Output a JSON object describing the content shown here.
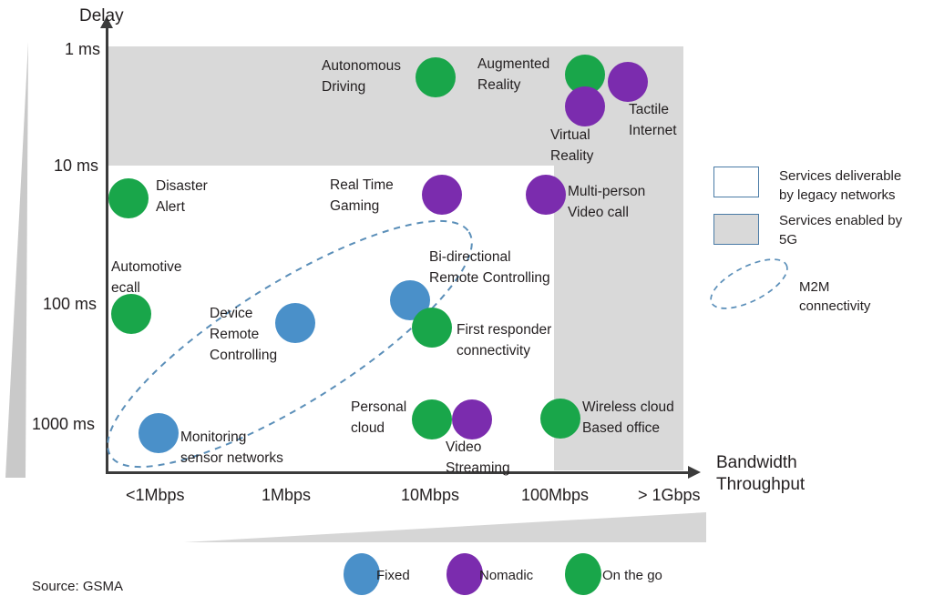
{
  "chart_data": {
    "type": "scatter",
    "title": "",
    "xlabel": "Bandwidth Throughput",
    "ylabel": "Delay",
    "xticks": [
      "<1Mbps",
      "1Mbps",
      "10Mbps",
      "100Mbps",
      "> 1Gbps"
    ],
    "yticks": [
      "1 ms",
      "10 ms",
      "100 ms",
      "1000 ms"
    ],
    "grid": false,
    "legend_position": "right and bottom",
    "source": "Source: GSMA",
    "series": [
      {
        "name": "Fixed",
        "color": "#4a90c9"
      },
      {
        "name": "Nomadic",
        "color": "#7b2cae"
      },
      {
        "name": "On the go",
        "color": "#19a64a"
      }
    ],
    "points": [
      {
        "label": "Autonomous Driving",
        "category": "On the go",
        "x": "10Mbps",
        "y": "1 ms"
      },
      {
        "label": "Augmented Reality",
        "category": "On the go",
        "x": "100Mbps",
        "y": "1 ms"
      },
      {
        "label": "Virtual Reality",
        "category": "Nomadic",
        "x": "100Mbps",
        "y": "1-10 ms"
      },
      {
        "label": "Tactile Internet",
        "category": "Nomadic",
        "x": "> 1Gbps",
        "y": "1 ms"
      },
      {
        "label": "Disaster Alert",
        "category": "On the go",
        "x": "<1Mbps",
        "y": "10 ms"
      },
      {
        "label": "Real Time Gaming",
        "category": "Nomadic",
        "x": "10Mbps",
        "y": "10 ms"
      },
      {
        "label": "Multi-person Video call",
        "category": "Nomadic",
        "x": "100Mbps",
        "y": "10 ms"
      },
      {
        "label": "Automotive ecall",
        "category": "On the go",
        "x": "<1Mbps",
        "y": "100 ms"
      },
      {
        "label": "Device Remote Controlling",
        "category": "Fixed",
        "x": "1Mbps",
        "y": "100 ms"
      },
      {
        "label": "Bi-directional Remote Controlling",
        "category": "Fixed",
        "x": "10Mbps",
        "y": "80 ms"
      },
      {
        "label": "First responder connectivity",
        "category": "On the go",
        "x": "10Mbps",
        "y": "130 ms"
      },
      {
        "label": "Monitoring sensor networks",
        "category": "Fixed",
        "x": "<1Mbps",
        "y": "1000 ms"
      },
      {
        "label": "Personal cloud",
        "category": "On the go",
        "x": "10Mbps",
        "y": "1000 ms"
      },
      {
        "label": "Video Streaming",
        "category": "Nomadic",
        "x": "10Mbps",
        "y": "1000 ms"
      },
      {
        "label": "Wireless cloud Based office",
        "category": "On the go",
        "x": "100Mbps",
        "y": "1000 ms"
      }
    ],
    "regions": [
      {
        "label": "Services deliverable by legacy networks",
        "fill": "#ffffff"
      },
      {
        "label": "Services enabled by 5G",
        "fill": "#d9d9d9"
      },
      {
        "label": "M2M connectivity",
        "fill": "dashed-ellipse"
      }
    ]
  },
  "axes": {
    "y_title": "Delay",
    "x_title_line1": "Bandwidth",
    "x_title_line2": "Throughput",
    "y_ticks": [
      {
        "label": "1 ms"
      },
      {
        "label": "10 ms"
      },
      {
        "label": "100 ms"
      },
      {
        "label": "1000 ms"
      }
    ],
    "x_ticks": [
      {
        "label": "<1Mbps"
      },
      {
        "label": "1Mbps"
      },
      {
        "label": "10Mbps"
      },
      {
        "label": "100Mbps"
      },
      {
        "label": "> 1Gbps"
      }
    ]
  },
  "bubbles": [
    {
      "label_line1": "Autonomous",
      "label_line2": "Driving",
      "color": "on-the-go"
    },
    {
      "label_line1": "Augmented",
      "label_line2": "Reality",
      "color": "on-the-go"
    },
    {
      "label_line1": "Virtual",
      "label_line2": "Reality",
      "color": "nomadic"
    },
    {
      "label_line1": "Tactile",
      "label_line2": "Internet",
      "color": "nomadic"
    },
    {
      "label_line1": "Disaster",
      "label_line2": "Alert",
      "color": "on-the-go"
    },
    {
      "label_line1": "Real Time",
      "label_line2": "Gaming",
      "color": "nomadic"
    },
    {
      "label_line1": "Multi-person",
      "label_line2": "Video call",
      "color": "nomadic"
    },
    {
      "label_line1": "Automotive",
      "label_line2": "ecall",
      "color": "on-the-go"
    },
    {
      "label_line1": "Device",
      "label_line2": "Remote",
      "label_line3": "Controlling",
      "color": "fixed"
    },
    {
      "label_line1": "Bi-directional",
      "label_line2": "Remote Controlling",
      "color": "fixed"
    },
    {
      "label_line1": "First responder",
      "label_line2": "connectivity",
      "color": "on-the-go"
    },
    {
      "label_line1": "Monitoring",
      "label_line2": "sensor networks",
      "color": "fixed"
    },
    {
      "label_line1": "Personal",
      "label_line2": "cloud",
      "color": "on-the-go"
    },
    {
      "label_line1": "Video",
      "label_line2": "Streaming",
      "color": "nomadic"
    },
    {
      "label_line1": "Wireless cloud",
      "label_line2": "Based office",
      "color": "on-the-go"
    }
  ],
  "side_legend": {
    "legacy_line1": "Services deliverable",
    "legacy_line2": "by legacy networks",
    "fiveg_line1": "Services enabled by",
    "fiveg_line2": "5G",
    "m2m_line1": "M2M",
    "m2m_line2": "connectivity"
  },
  "bottom_legend": {
    "fixed": "Fixed",
    "nomadic": "Nomadic",
    "on_the_go": "On the go"
  },
  "footer": {
    "source": "Source: GSMA"
  },
  "colors": {
    "on_the_go": "#19a64a",
    "nomadic": "#7b2cae",
    "fixed": "#4a90c9",
    "band_5g": "#d9d9d9",
    "axis": "#3b3b3b",
    "dash": "#5b8fb9"
  }
}
